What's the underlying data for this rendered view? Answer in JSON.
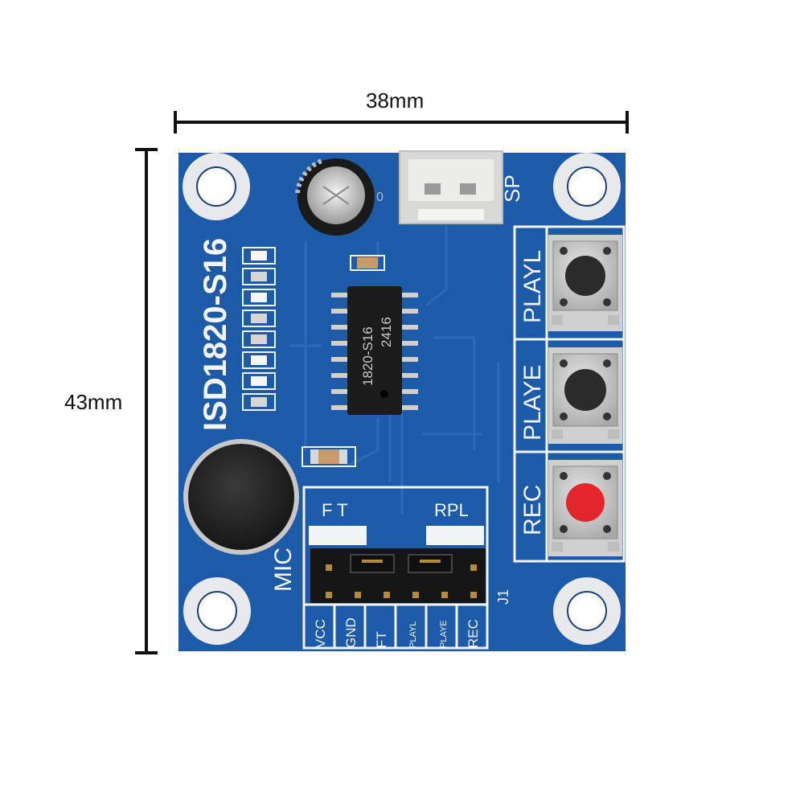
{
  "dimensions": {
    "width": "38mm",
    "height": "43mm"
  },
  "board": {
    "title": "ISD1820-S16",
    "chip_marking": [
      "1820-S16",
      "2416"
    ],
    "speaker_label": "SP",
    "mic_label": "MIC",
    "header_label": "J1",
    "jumper_labels": {
      "left": "F T",
      "right": "RPL"
    },
    "button_labels": [
      "PLAYL",
      "PLAYE",
      "REC"
    ],
    "pin_labels": [
      "VCC",
      "GND",
      "FT",
      "PLAYL",
      "PLAYE",
      "REC"
    ],
    "colors": {
      "pcb": "#1d5aa8",
      "silkscreen": "#f2f4f8",
      "rec_button": "#e3262e",
      "play_button": "#2b2b2b"
    }
  }
}
